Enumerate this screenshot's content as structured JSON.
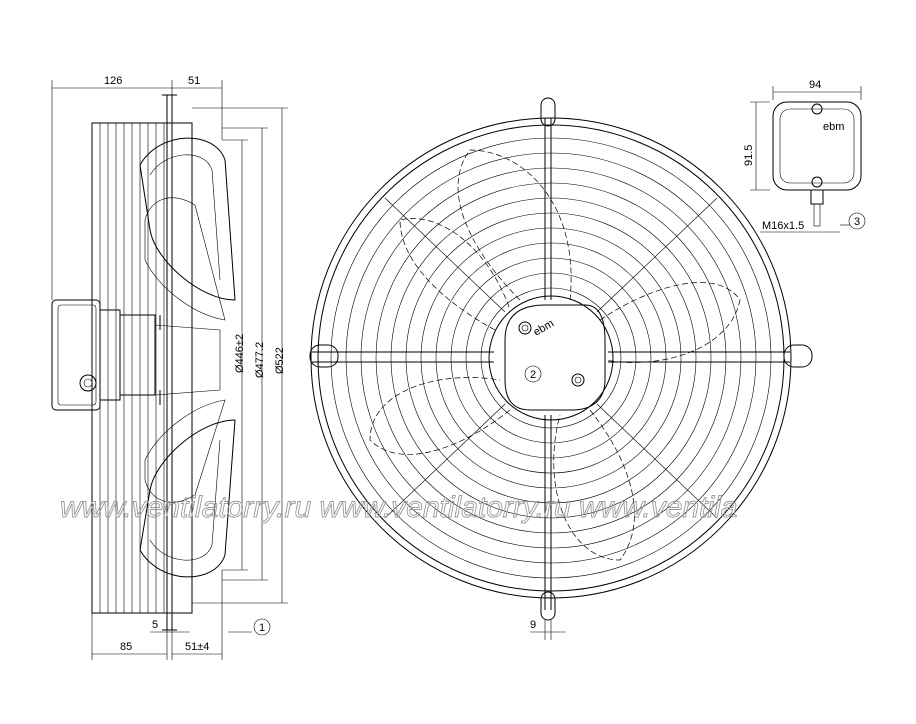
{
  "dimensions": {
    "side_top_left": "126",
    "side_top_right": "51",
    "dia_446": "Ø446±2",
    "dia_477": "Ø477.2",
    "dia_522": "Ø522",
    "side_bottom_left": "85",
    "side_bottom_mid": "5",
    "side_bottom_right": "51±4",
    "front_bottom": "9",
    "box_width": "94",
    "box_height": "91.5",
    "cable_gland": "M16x1.5"
  },
  "callouts": {
    "c1": "1",
    "c2": "2",
    "c3": "3"
  },
  "brand": "ebm",
  "watermark": "www.ventilatorry.ru  www.ventilatorry.ru  www.ventila"
}
